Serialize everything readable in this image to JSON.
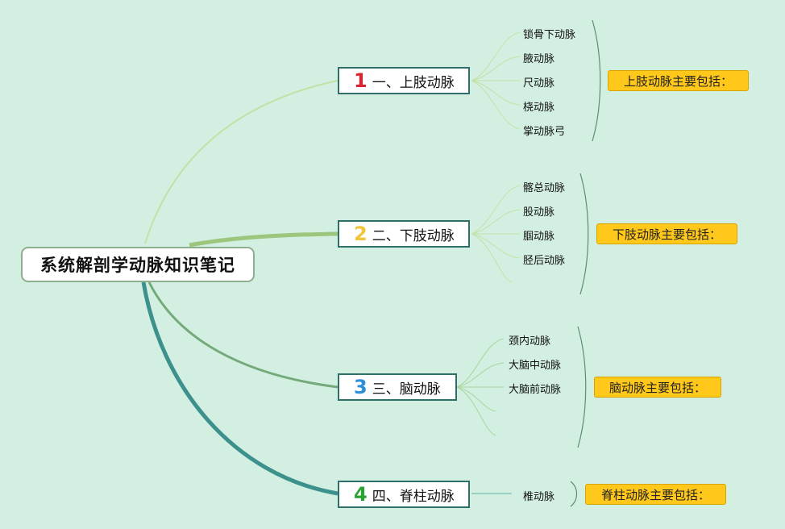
{
  "title": "系统解剖学动脉知识笔记",
  "branches": [
    {
      "num": "1",
      "num_color": "#d9252f",
      "label": "一、上肢动脉",
      "items": [
        "锁骨下动脉",
        "腋动脉",
        "尺动脉",
        "桡动脉",
        "掌动脉弓"
      ],
      "summary": "上肢动脉主要包括："
    },
    {
      "num": "2",
      "num_color": "#f3c53a",
      "label": "二、下肢动脉",
      "items": [
        "髂总动脉",
        "股动脉",
        "腘动脉",
        "胫后动脉"
      ],
      "summary": "下肢动脉主要包括："
    },
    {
      "num": "3",
      "num_color": "#2a8fd6",
      "label": "三、脑动脉",
      "items": [
        "颈内动脉",
        "大脑中动脉",
        "大脑前动脉"
      ],
      "summary": "脑动脉主要包括："
    },
    {
      "num": "4",
      "num_color": "#2aa233",
      "label": "四、脊柱动脉",
      "items": [
        "椎动脉"
      ],
      "summary": "脊柱动脉主要包括："
    }
  ]
}
